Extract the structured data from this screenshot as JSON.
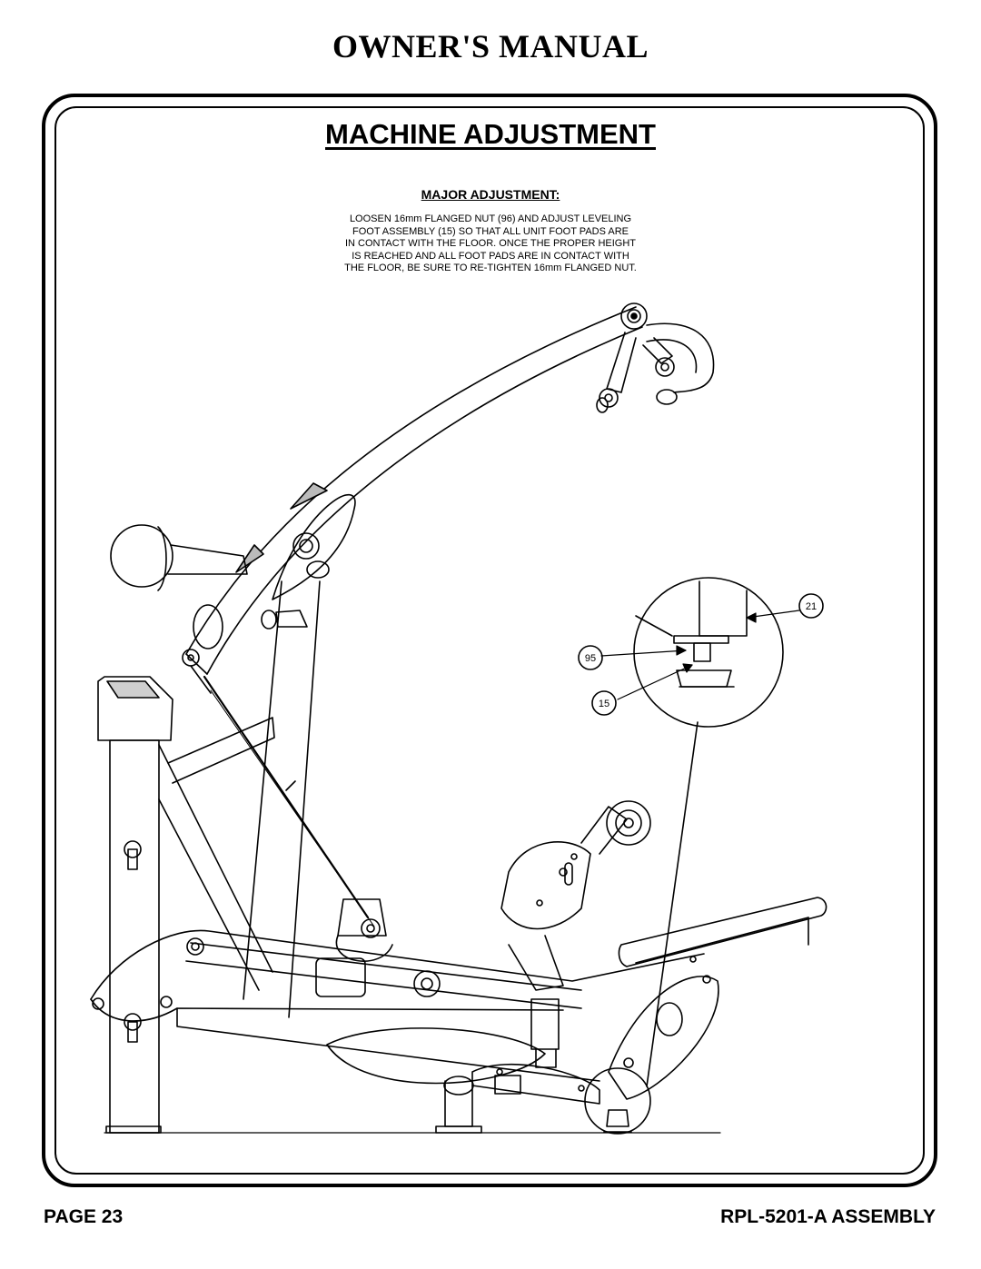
{
  "header": {
    "title": "OWNER'S MANUAL"
  },
  "section": {
    "title": "MACHINE ADJUSTMENT",
    "subtitle": "MAJOR ADJUSTMENT:",
    "instructions": [
      "LOOSEN 16mm FLANGED NUT (96) AND ADJUST LEVELING",
      "FOOT ASSEMBLY (15) SO THAT ALL UNIT FOOT PADS ARE",
      "IN CONTACT WITH THE FLOOR.  ONCE THE PROPER HEIGHT",
      "IS REACHED AND ALL FOOT PADS ARE IN CONTACT WITH",
      "THE FLOOR, BE SURE TO RE-TIGHTEN 16mm FLANGED NUT."
    ]
  },
  "callouts": {
    "c21": "21",
    "c95": "95",
    "c15": "15"
  },
  "footer": {
    "page": "PAGE 23",
    "doc": "RPL-5201-A ASSEMBLY"
  }
}
